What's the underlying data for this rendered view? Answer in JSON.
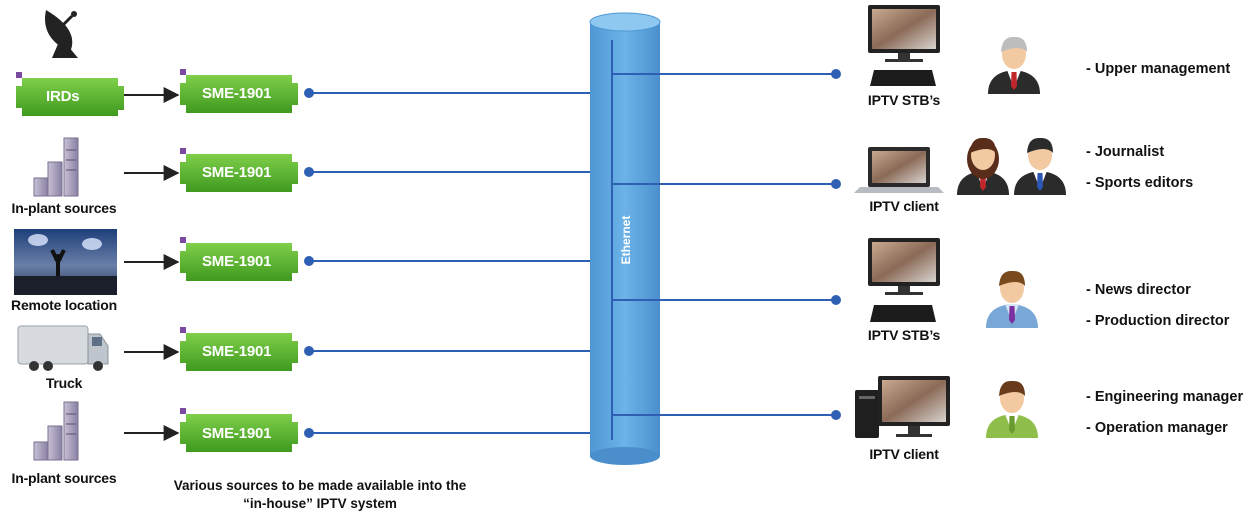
{
  "sources": [
    {
      "label": "IRDs",
      "icon": "satellite-dish-icon"
    },
    {
      "label": "In-plant sources",
      "icon": "server-rack-icon"
    },
    {
      "label": "Remote location",
      "icon": "stadium-photo-icon"
    },
    {
      "label": "Truck",
      "icon": "broadcast-truck-icon"
    },
    {
      "label": "In-plant sources",
      "icon": "server-rack-icon"
    }
  ],
  "encoder_label": "SME-1901",
  "caption_line1": "Various sources to be made available into the",
  "caption_line2": "“in-house” IPTV system",
  "network_label": "Ethernet",
  "clients": [
    {
      "label": "IPTV STB’s",
      "roles": [
        "- Upper management"
      ]
    },
    {
      "label": "IPTV client",
      "roles": [
        "- Journalist",
        "- Sports editors"
      ]
    },
    {
      "label": "IPTV STB’s",
      "roles": [
        "- News director",
        "- Production director"
      ]
    },
    {
      "label": "IPTV client",
      "roles": [
        "- Engineering manager",
        "- Operation manager"
      ]
    }
  ],
  "colors": {
    "encoder_green": "#5cb12e",
    "line_blue": "#2f5fb3",
    "ethernet_blue": "#5aa3dc"
  }
}
